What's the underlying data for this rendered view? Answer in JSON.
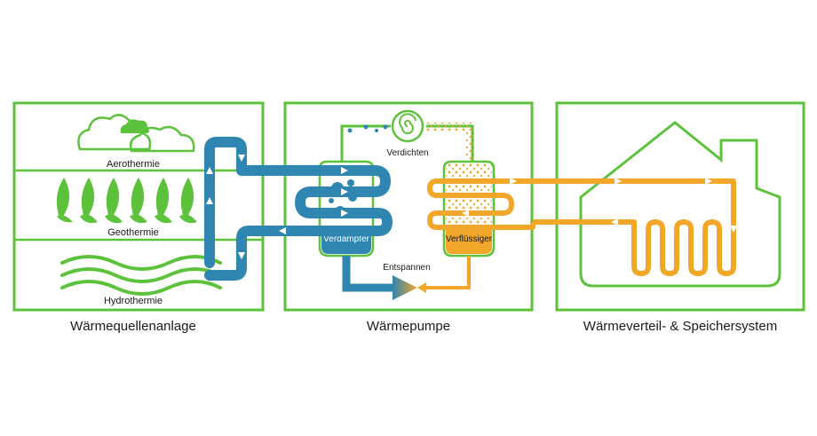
{
  "panels": {
    "source": {
      "title": "Wärmequellenanlage",
      "aero": "Aerothermie",
      "geo": "Geothermie",
      "hydro": "Hydrothermie"
    },
    "pump": {
      "title": "Wärmepumpe",
      "compress": "Verdichten",
      "evaporator": "Verdampfer",
      "condenser": "Verflüssiger",
      "expand": "Entspannen"
    },
    "distribution": {
      "title": "Wärmeverteil- & Speichersystem"
    }
  },
  "colors": {
    "green": "#5dc23b",
    "blue": "#2f86b0",
    "orange": "#f2a62a",
    "grey": "#8a8a8a"
  }
}
